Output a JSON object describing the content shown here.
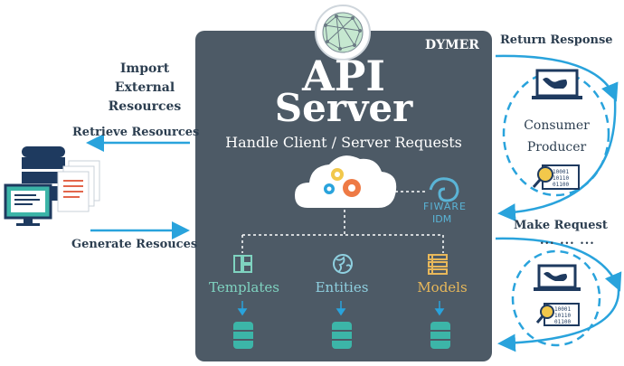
{
  "panel": {
    "brand": "DYMER",
    "title_line1": "API",
    "title_line2": "Server",
    "subtitle": "Handle Client / Server Requests",
    "idm_brand": "FIWARE",
    "idm_label": "IDM",
    "components": [
      {
        "label": "Templates",
        "color": "#7fd3c0"
      },
      {
        "label": "Entities",
        "color": "#8fd0e0"
      },
      {
        "label": "Models",
        "color": "#e8b85a"
      }
    ]
  },
  "left": {
    "import_line1": "Import",
    "import_line2": "External",
    "import_line3": "Resources",
    "retrieve": "Retrieve Resources",
    "generate": "Generate Resouces"
  },
  "right": {
    "return_response": "Return Response",
    "consumer": "Consumer",
    "producer": "Producer",
    "make_request": "Make Request",
    "ellipsis": "... ... ..."
  },
  "colors": {
    "panel": "#4d5a66",
    "arrow": "#29a3dc",
    "db_teal": "#3cb5a8",
    "db_navy": "#1e3a5f"
  }
}
